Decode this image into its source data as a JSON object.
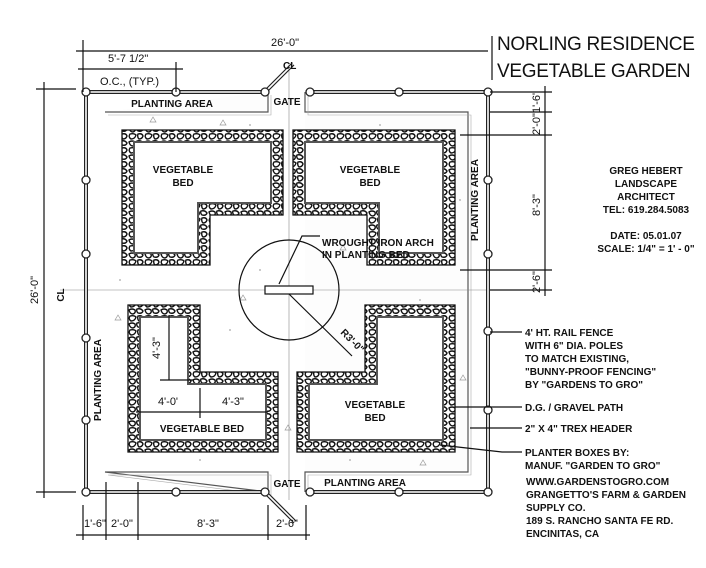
{
  "title": {
    "line1": "NORLING RESIDENCE",
    "line2": "VEGETABLE GARDEN"
  },
  "architect": {
    "name": "GREG HEBERT",
    "line2": "LANDSCAPE",
    "line3": "ARCHITECT",
    "tel": "TEL:  619.284.5083",
    "date": "DATE:  05.01.07",
    "scale": "SCALE:  1/4\" = 1' - 0\""
  },
  "labels": {
    "planting_top": "PLANTING AREA",
    "planting_bottom": "PLANTING AREA",
    "planting_left": "PLANTING AREA",
    "planting_right": "PLANTING AREA",
    "gate_top": "GATE",
    "gate_bottom": "GATE",
    "cl_top": "CL",
    "cl_left": "CL",
    "bed_tl": [
      "VEGETABLE",
      "BED"
    ],
    "bed_tr": [
      "VEGETABLE",
      "BED"
    ],
    "bed_bl": "VEGETABLE BED",
    "bed_br": [
      "VEGETABLE",
      "BED"
    ],
    "arch": [
      "WROUGHT IRON ARCH",
      "IN PLANTING BED"
    ],
    "radius": "R3'-0\""
  },
  "dimensions": {
    "top_overall": "26'-0\"",
    "post_spacing": "5'-7 1/2\"",
    "post_spacing_note": "O.C., (TYP.)",
    "left_overall": "26'-0\"",
    "right": [
      "1'-6\"",
      "2'-0\"",
      "8'-3\"",
      "2'-6\""
    ],
    "bottom": [
      "1'-6\"",
      "2'-0\"",
      "8'-3\"",
      "2'-6\""
    ],
    "bed_height": "4'-3\"",
    "bed_w1": "4'-0'",
    "bed_w2": "4'-3\""
  },
  "notes": {
    "fence": [
      "4' HT. RAIL FENCE",
      "WITH 6\" DIA. POLES",
      "TO MATCH EXISTING,",
      "\"BUNNY-PROOF FENCING\"",
      "BY \"GARDENS TO GRO\""
    ],
    "path": "D.G. / GRAVEL PATH",
    "header": "2\" X 4\" TREX HEADER",
    "planter": [
      "PLANTER BOXES BY:",
      "MANUF. \"GARDEN TO GRO\""
    ],
    "supplier": [
      "WWW.GARDENSTOGRO.COM",
      "GRANGETTO'S FARM & GARDEN",
      "SUPPLY CO.",
      "189 S. RANCHO SANTA FE RD.",
      "ENCINITAS, CA"
    ]
  }
}
